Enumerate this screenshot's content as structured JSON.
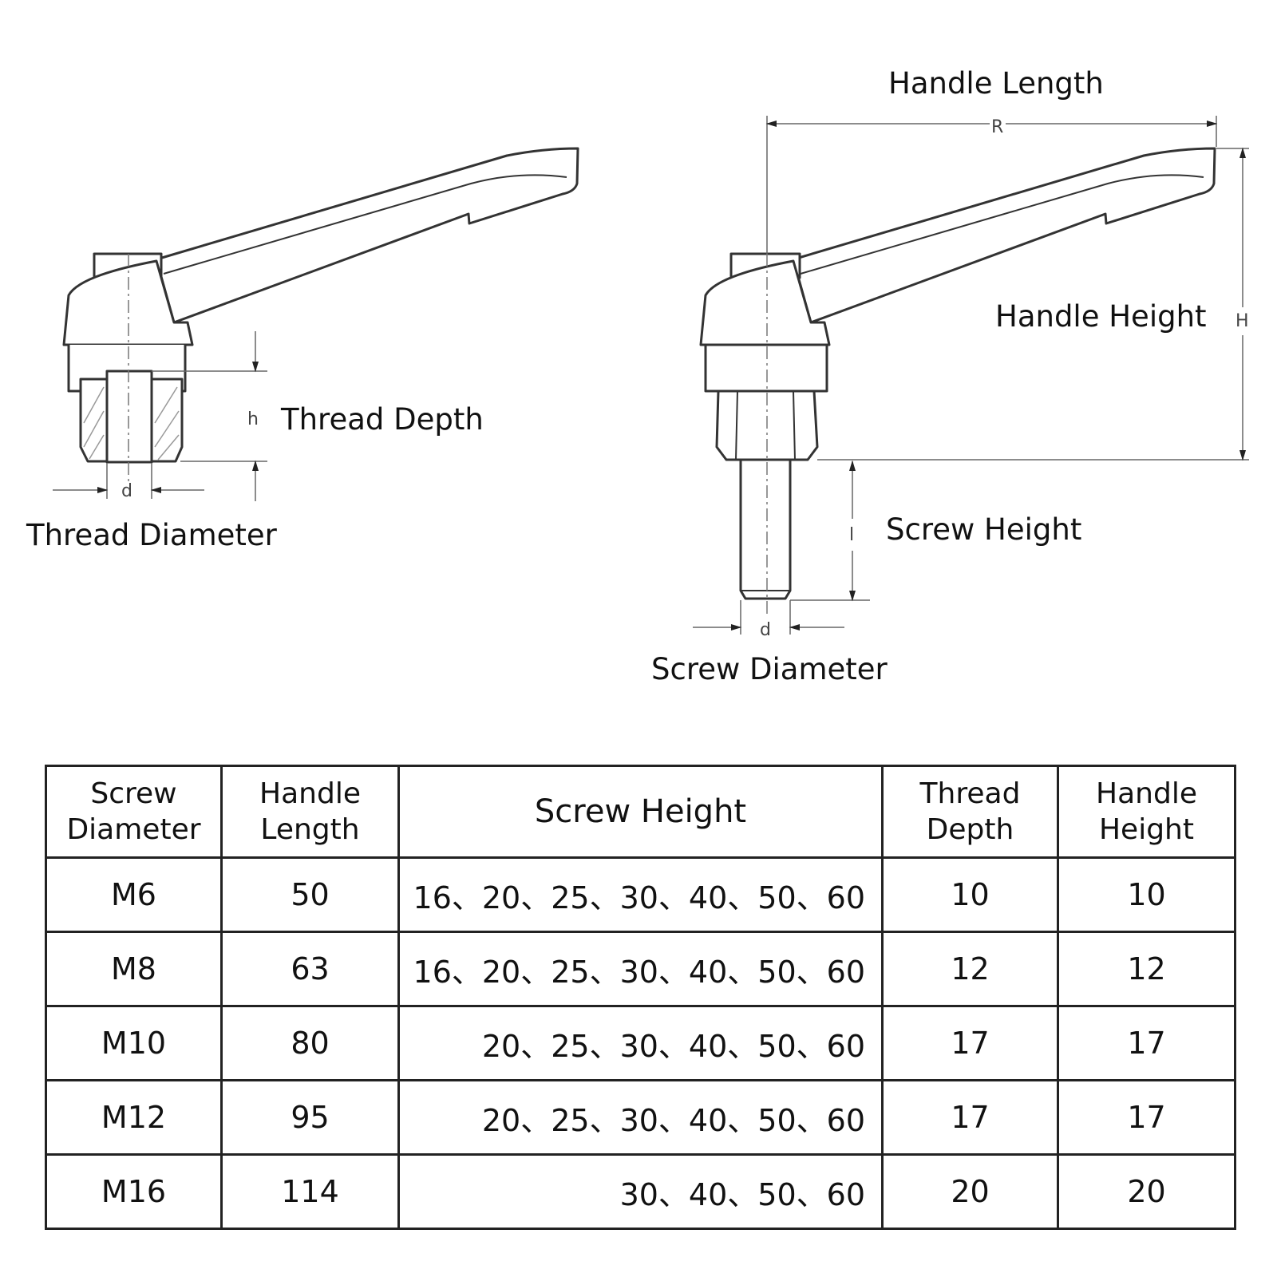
{
  "drawing_left": {
    "label_thread_depth": "Thread Depth",
    "label_thread_diameter": "Thread Diameter",
    "symbol_h": "h",
    "symbol_d": "d"
  },
  "drawing_right": {
    "label_handle_length": "Handle Length",
    "label_handle_height": "Handle Height",
    "label_screw_height": "Screw Height",
    "label_screw_diameter": "Screw Diameter",
    "symbol_R": "R",
    "symbol_H": "H",
    "symbol_l": "l",
    "symbol_d": "d"
  },
  "table": {
    "headers": [
      "Screw Diameter",
      "Handle Length",
      "Screw Height",
      "Thread Depth",
      "Handle Height"
    ],
    "rows": [
      [
        "M6",
        "50",
        "16、20、25、30、40、50、60",
        "10",
        "10"
      ],
      [
        "M8",
        "63",
        "16、20、25、30、40、50、60",
        "12",
        "12"
      ],
      [
        "M10",
        "80",
        "20、25、30、40、50、60",
        "17",
        "17"
      ],
      [
        "M12",
        "95",
        "20、25、30、40、50、60",
        "17",
        "17"
      ],
      [
        "M16",
        "114",
        "30、40、50、60",
        "20",
        "20"
      ]
    ]
  },
  "colors": {
    "line": "#333333",
    "dim_line": "#666666",
    "hatch": "#999999"
  }
}
